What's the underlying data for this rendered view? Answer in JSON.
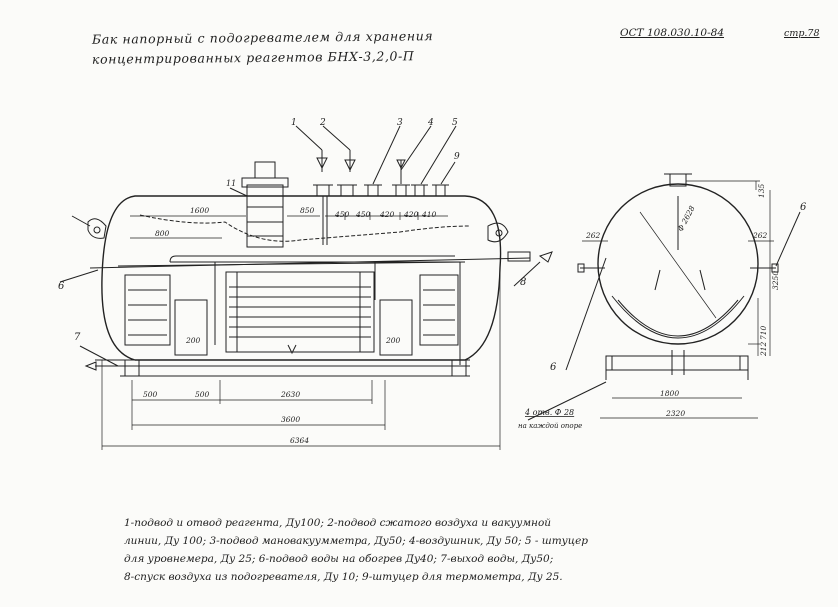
{
  "header": {
    "title_line1": "Бак напорный с подогревателем для хранения",
    "title_line2": "концентрированных реагентов БНХ-3,2,0-П",
    "doc_ref": "ОСТ 108.030.10-84",
    "page": "стр.78"
  },
  "callouts": {
    "c1": "1",
    "c2": "2",
    "c3": "3",
    "c4": "4",
    "c5": "5",
    "c6": "6",
    "c7": "7",
    "c8": "8",
    "c9": "9",
    "c11": "11",
    "c6b": "6",
    "c6r": "6"
  },
  "dimensions": {
    "d1600": "1600",
    "d850": "850",
    "d450a": "450",
    "d450b": "450",
    "d420a": "420",
    "d420b": "420",
    "d410": "410",
    "d800": "800",
    "d200a": "200",
    "d200b": "200",
    "d500": "500",
    "d500b": "500",
    "d2630": "2630",
    "d3600": "3600",
    "d6364": "6364",
    "d262a": "262",
    "d262b": "262",
    "d135": "135",
    "d3250": "3250",
    "dia": "Ф 2628",
    "d710": "710",
    "d212": "212",
    "d1800": "1800",
    "d2320": "2320"
  },
  "note": {
    "holes": "4 отв. Ф 28",
    "holes_sub": "на каждой опоре"
  },
  "legend": {
    "line1": "1-подвод и отвод реагента, Ду100;  2-подвод сжатого воздуха и вакуумной",
    "line2": "линии, Ду 100;   3-подвод мановакуумметра, Ду50;  4-воздушник, Ду 50;  5 - штуцер",
    "line3": "для уровнемера, Ду 25;   6-подвод воды на обогрев Ду40;  7-выход воды, Ду50;",
    "line4": "8-спуск воздуха из подогревателя, Ду 10;  9-штуцер для термометра, Ду 25."
  }
}
